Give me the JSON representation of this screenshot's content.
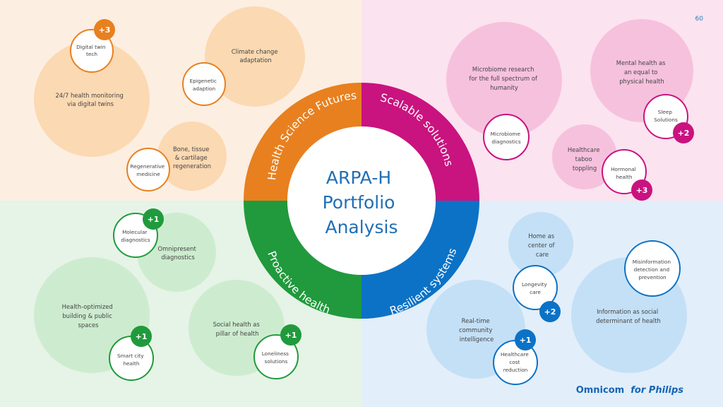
{
  "page_number": "60",
  "center": {
    "lines": [
      "ARPA-H",
      "Portfolio",
      "Analysis"
    ]
  },
  "ring": [
    {
      "label": "Health Science Futures",
      "color": "#e8801f"
    },
    {
      "label": "Scalable solutions",
      "color": "#c9137f"
    },
    {
      "label": "Resilient systems",
      "color": "#0b72c6"
    },
    {
      "label": "Proactive health",
      "color": "#209a3c"
    }
  ],
  "quadrant_colors": {
    "top_left": "#fdeee2",
    "top_right": "#fbe3ef",
    "bottom_left": "#e6f3e7",
    "bottom_right": "#e2eef9"
  },
  "colors": {
    "orange_fill": "#fbd9b2",
    "pink_fill": "#f6c1dd",
    "green_fill": "#cdeccf",
    "blue_fill": "#c4e0f6",
    "orange": "#e8801f",
    "pink": "#c9137f",
    "green": "#209a3c",
    "blue": "#0b72c6"
  },
  "bubbles": {
    "digital_monitoring": [
      "24/7 health monitoring",
      "via digital twins"
    ],
    "climate": [
      "Climate change",
      "adaptation"
    ],
    "bone": [
      "Bone, tissue",
      "& cartilage",
      "regeneration"
    ],
    "microbiome_research": [
      "Microbiome research",
      "for the full spectrum of",
      "humanity"
    ],
    "mental_health": [
      "Mental health as",
      "an equal to",
      "physical health"
    ],
    "taboo": [
      "Healthcare",
      "taboo",
      "toppling"
    ],
    "omnipresent": [
      "Omnipresent",
      "diagnostics"
    ],
    "building": [
      "Health-optimized",
      "building & public",
      "spaces"
    ],
    "social": [
      "Social health as",
      "pillar of health"
    ],
    "home": [
      "Home as",
      "center of",
      "care"
    ],
    "information": [
      "Information as social",
      "determinant of health"
    ],
    "community": [
      "Real-time",
      "community",
      "intelligence"
    ]
  },
  "topics": {
    "digital_twin": [
      "Digital twin",
      "tech"
    ],
    "epigenetic": [
      "Epigenetic",
      "adaption"
    ],
    "regenerative": [
      "Regenerative",
      "medicine"
    ],
    "microbiome_dx": [
      "Microbiome",
      "diagnostics"
    ],
    "sleep": [
      "Sleep",
      "Solutions"
    ],
    "hormonal": [
      "Hormonal",
      "health"
    ],
    "molecular": [
      "Molecular",
      "diagnostics"
    ],
    "smart_city": [
      "Smart city",
      "health"
    ],
    "loneliness": [
      "Loneliness",
      "solutions"
    ],
    "longevity": [
      "Longevity",
      "care"
    ],
    "misinformation": [
      "Misinformation",
      "detection and",
      "prevention"
    ],
    "cost": [
      "Healthcare",
      "cost",
      "reduction"
    ]
  },
  "badges": {
    "digital_twin": "+3",
    "sleep": "+2",
    "hormonal": "+3",
    "molecular": "+1",
    "smart_city": "+1",
    "loneliness": "+1",
    "longevity": "+2",
    "cost": "+1"
  },
  "brand": {
    "part1": "Omnicom",
    "part2": "for Philips"
  }
}
